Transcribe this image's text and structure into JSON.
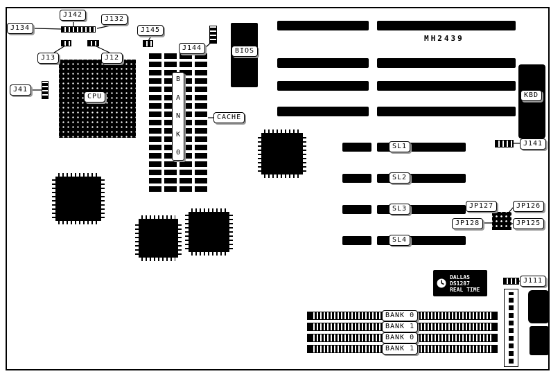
{
  "board_label": "MH2439",
  "labels": {
    "cpu": "CPU",
    "bios": "BIOS",
    "kbd": "KBD",
    "cache": "CACHE"
  },
  "bank0_letters": [
    "B",
    "A",
    "N",
    "K",
    "0"
  ],
  "jumpers": {
    "j134": "J134",
    "j142": "J142",
    "j132": "J132",
    "j145": "J145",
    "j144": "J144",
    "j13": "J13",
    "j12": "J12",
    "j41": "J41",
    "j141": "J141",
    "j111": "J111",
    "jp127": "JP127",
    "jp126": "JP126",
    "jp128": "JP128",
    "jp125": "JP125"
  },
  "slots": [
    "SL1",
    "SL2",
    "SL3",
    "SL4"
  ],
  "simm_banks": [
    "BANK 0",
    "BANK 1",
    "BANK 0",
    "BANK 1"
  ],
  "rtc": {
    "brand": "DALLAS",
    "part": "DS1287",
    "type": "REAL TIME"
  },
  "colors": {
    "ink": "#000000",
    "paper": "#ffffff"
  }
}
